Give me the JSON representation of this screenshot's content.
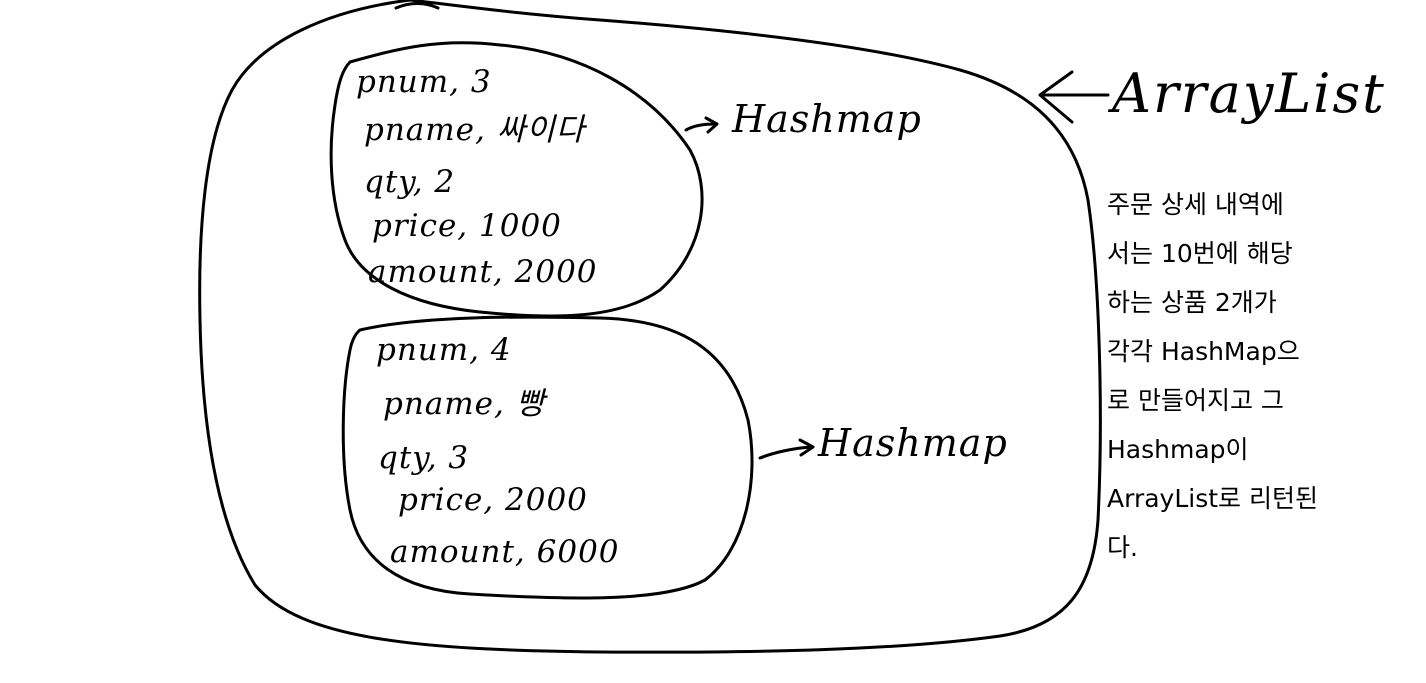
{
  "diagram": {
    "container_label": "ArrayList",
    "maps": [
      {
        "label": "Hashmap",
        "entries": [
          "pnum, 3",
          "pname, 싸이다",
          "qty, 2",
          "price, 1000",
          "amount, 2000"
        ]
      },
      {
        "label": "Hashmap",
        "entries": [
          "pnum, 4",
          "pname, 빵",
          "qty, 3",
          "price, 2000",
          "amount, 6000"
        ]
      }
    ],
    "note_lines": [
      "주문 상세 내역에",
      "서는 10번에 해당",
      "하는 상품 2개가",
      "각각 HashMap으",
      "로 만들어지고 그",
      "Hashmap이",
      "ArrayList로 리턴된",
      "다."
    ],
    "ink_color": "#000000"
  }
}
